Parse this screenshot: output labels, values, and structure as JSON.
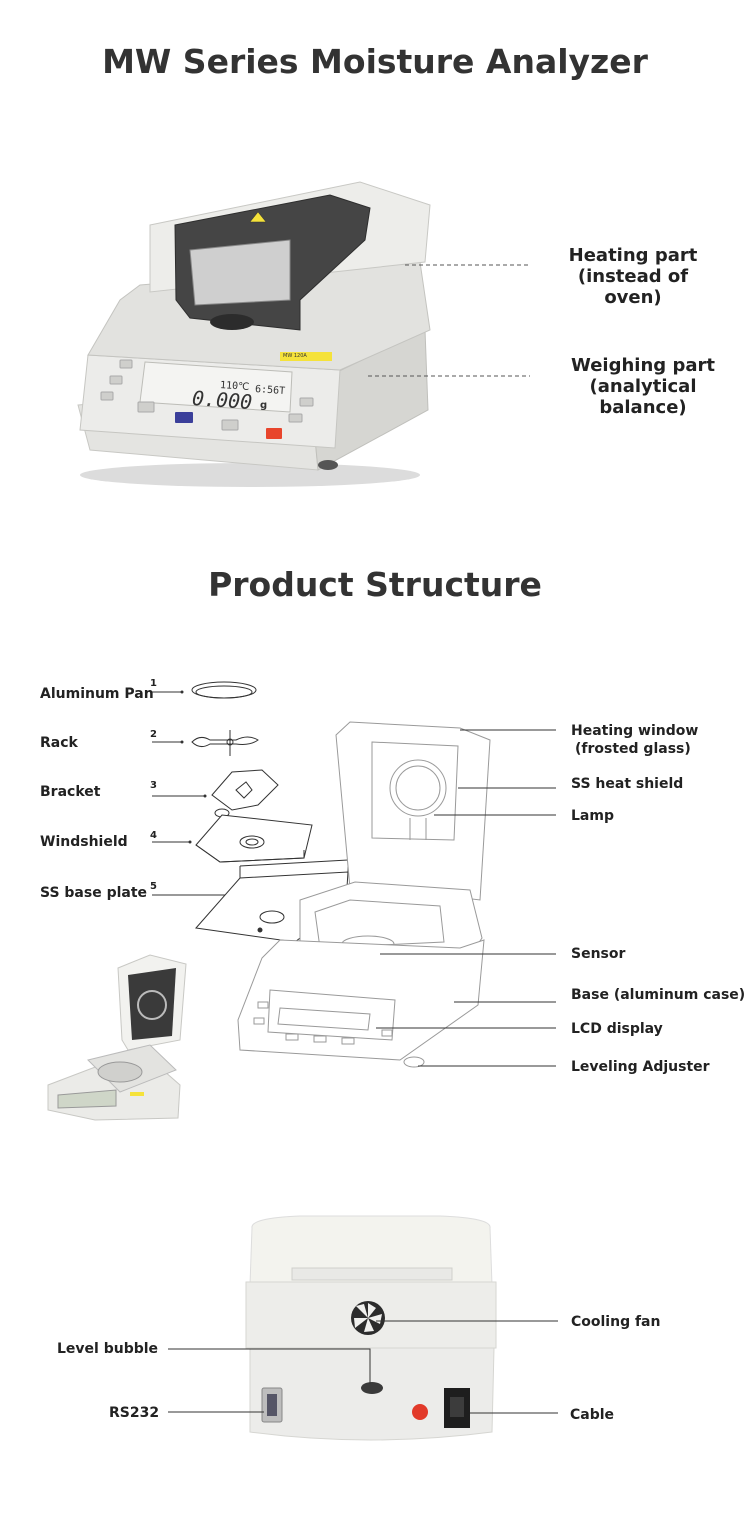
{
  "titles": {
    "top": "MW Series Moisture Analyzer",
    "structure": "Product Structure"
  },
  "overview_callouts": {
    "heating": [
      "Heating part",
      "(instead of oven)"
    ],
    "weighing": [
      "Weighing part",
      "(analytical balance)"
    ]
  },
  "device_display": {
    "temperature": "110℃",
    "time": "6:56T",
    "reading": "0.000",
    "unit": "g",
    "label_strip": "MW 120A"
  },
  "parts": [
    {
      "num": "1",
      "label": "Aluminum Pan"
    },
    {
      "num": "2",
      "label": "Rack"
    },
    {
      "num": "3",
      "label": "Bracket"
    },
    {
      "num": "4",
      "label": "Windshield"
    },
    {
      "num": "5",
      "label": "SS base plate"
    }
  ],
  "structure_callouts": {
    "heating_window": [
      "Heating window",
      "(frosted glass)"
    ],
    "heat_shield": "SS heat shield",
    "lamp": "Lamp",
    "sensor": "Sensor",
    "base": "Base (aluminum case)",
    "lcd": "LCD display",
    "leveling": "Leveling Adjuster"
  },
  "rear_callouts": {
    "cooling_fan": "Cooling fan",
    "level_bubble": "Level bubble",
    "rs232": "RS232",
    "cable": "Cable"
  },
  "colors": {
    "title": "#333333",
    "device_body": "#e9e9e6",
    "lid": "#454545",
    "accent_yellow": "#f5e23a",
    "accent_red": "#e8452c",
    "accent_blue": "#3b3f9a"
  }
}
